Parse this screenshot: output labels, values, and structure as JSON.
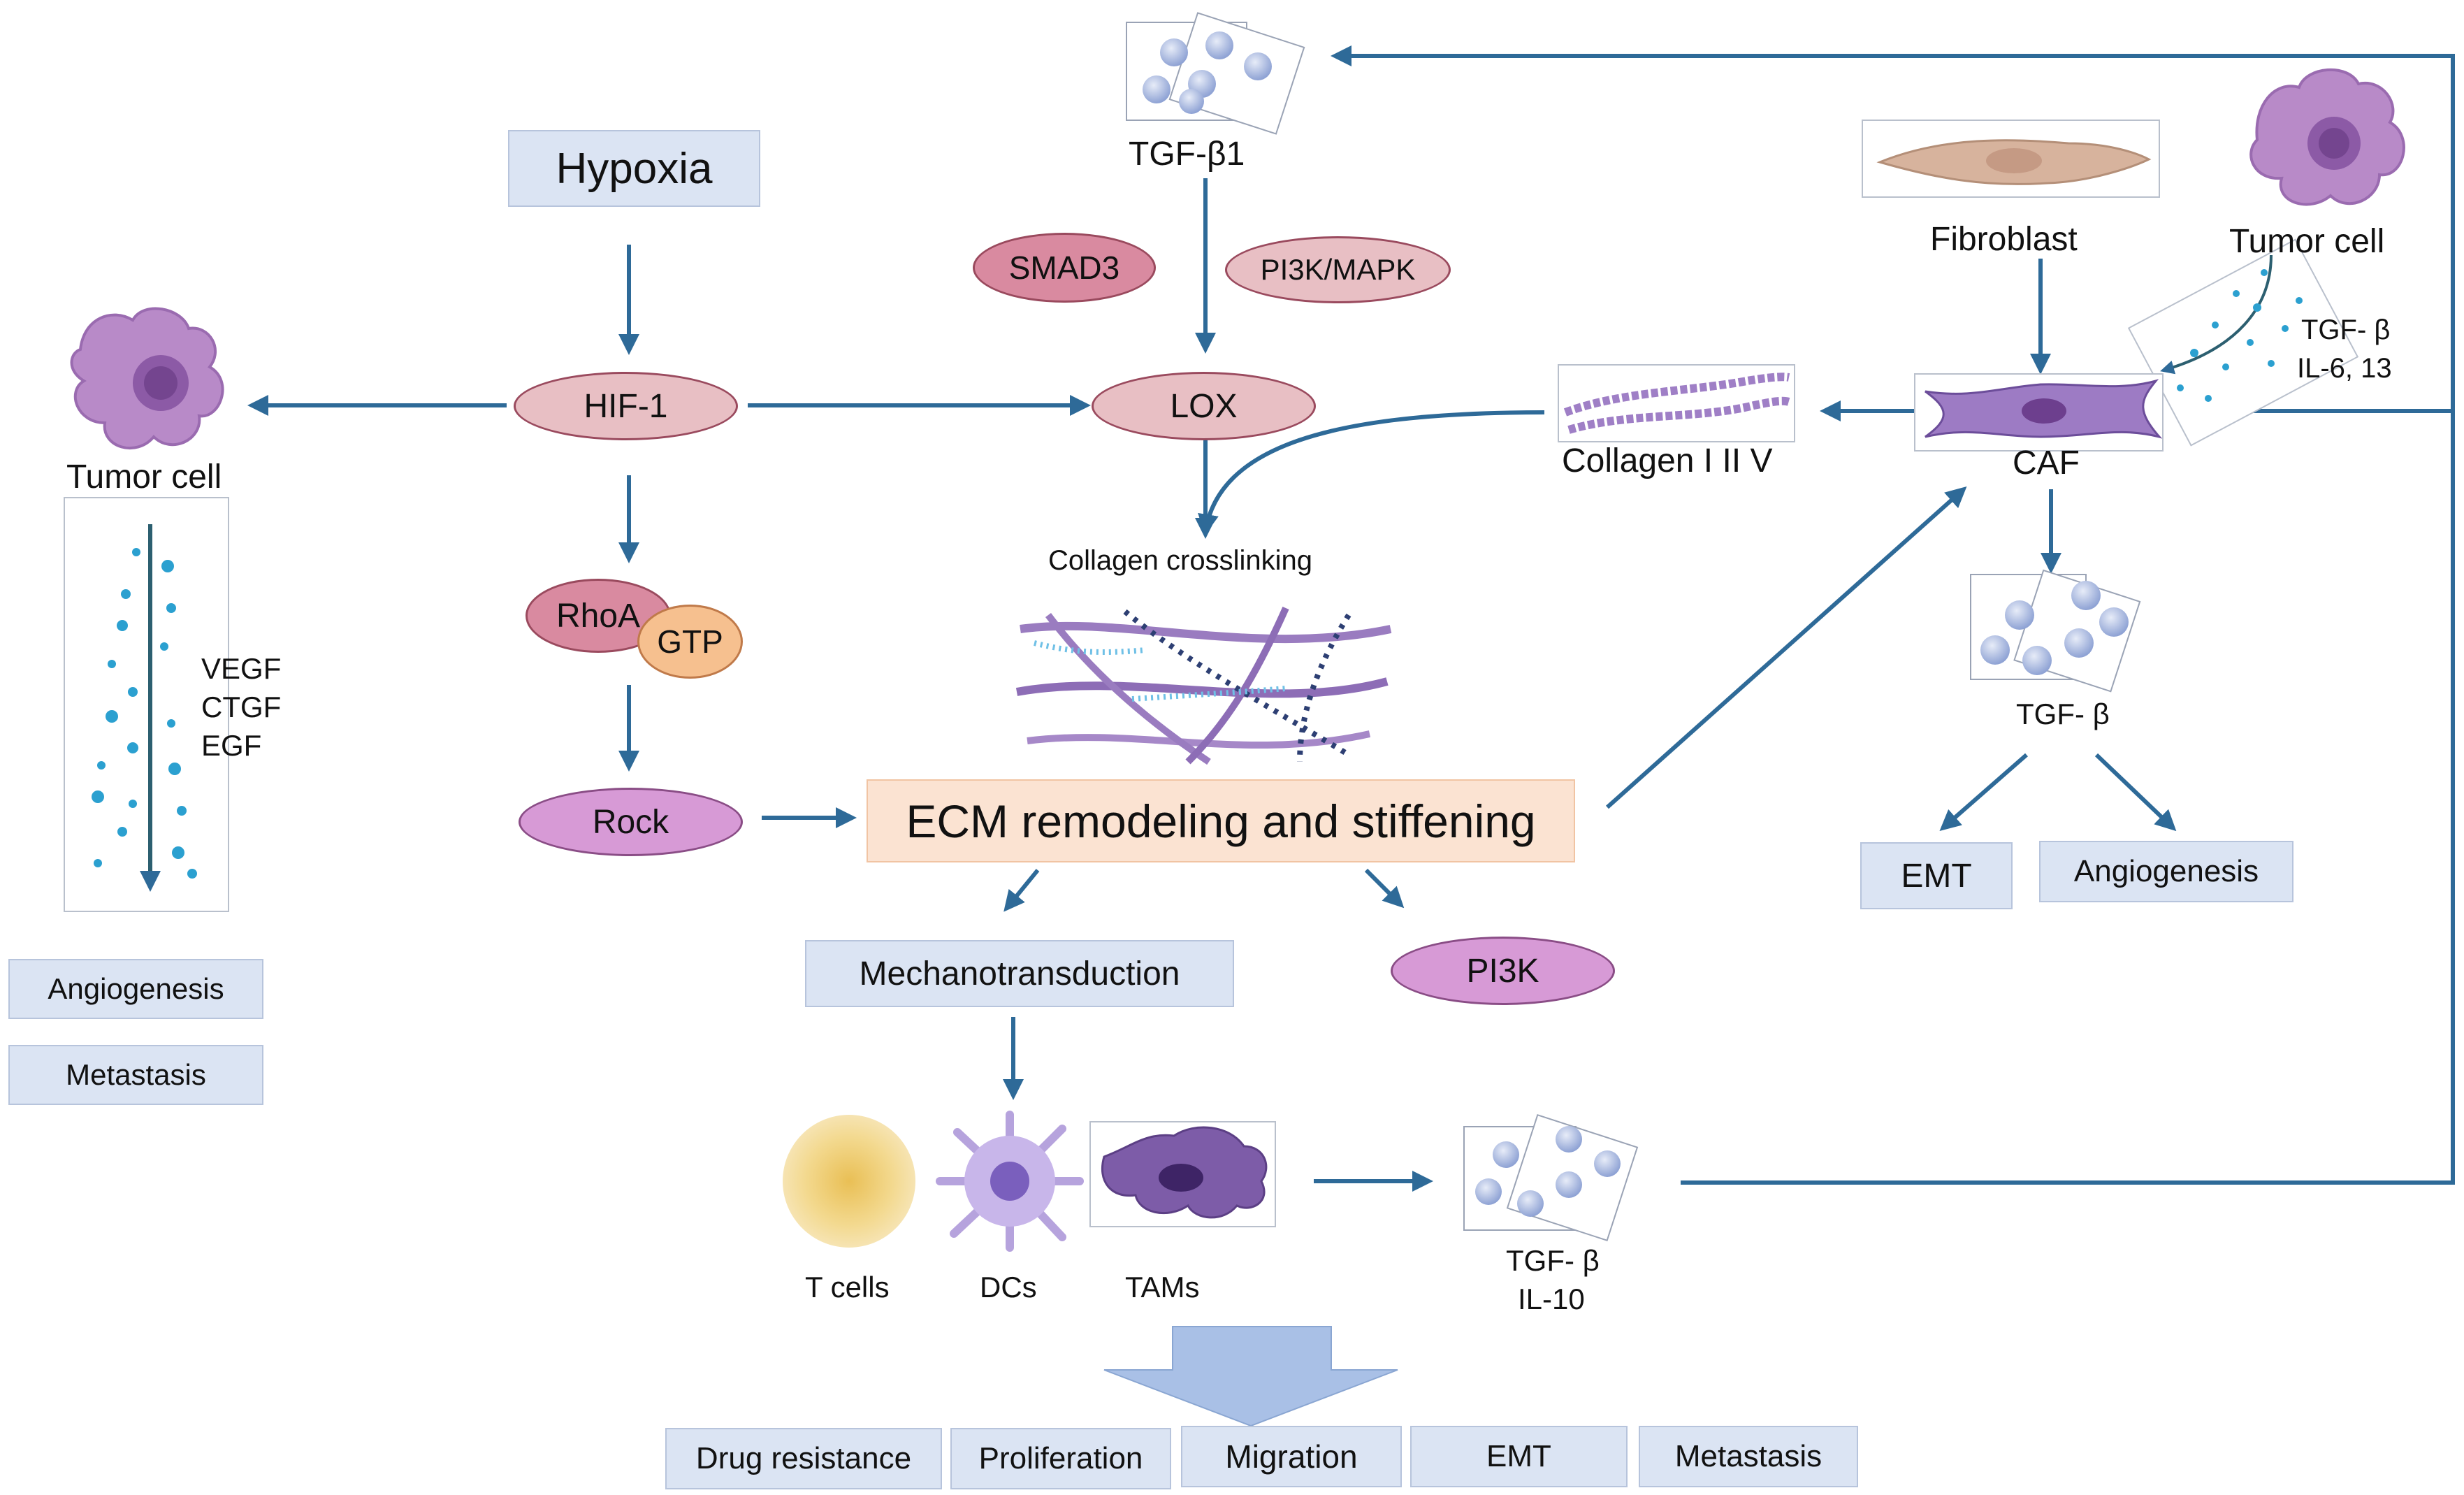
{
  "nodes": {
    "hypoxia": "Hypoxia",
    "tgfb1": "TGF-β1",
    "smad3": "SMAD3",
    "pi3k_mapk": "PI3K/MAPK",
    "hif1": "HIF-1",
    "lox": "LOX",
    "rhoa": "RhoA",
    "gtp": "GTP",
    "rock": "Rock",
    "collagen_crosslinking": "Collagen crosslinking",
    "ecm": "ECM remodeling and stiffening",
    "mechanotransduction": "Mechanotransduction",
    "pi3k": "PI3K",
    "fibroblast": "Fibroblast",
    "tumor_cell_right": "Tumor cell",
    "tgfb_il": "TGF- β",
    "il_6_13": "IL-6, 13",
    "collagen_types": "Collagen I II V",
    "caf": "CAF",
    "tgfb_caf": "TGF- β",
    "emt_right": "EMT",
    "angiogenesis_right": "Angiogenesis"
  },
  "left_panel": {
    "tumor_cell": "Tumor cell",
    "factors": [
      "VEGF",
      "CTGF",
      "EGF"
    ],
    "outcomes": [
      "Angiogenesis",
      "Metastasis"
    ]
  },
  "immune": {
    "cells": [
      "T cells",
      "DCs",
      "TAMs"
    ],
    "secreted": [
      "TGF- β",
      "IL-10"
    ]
  },
  "outcomes_bottom": [
    "Drug resistance",
    "Proliferation",
    "Migration",
    "EMT",
    "Metastasis"
  ],
  "colors": {
    "arrow": "#2e6a98",
    "box_fill": "#dbe4f3",
    "pink_light": "#e8bfc4",
    "pink_mid": "#d98aa0",
    "purple": "#d79ad6",
    "orange": "#f6c08f",
    "ecm_fill": "#fbe3d2"
  }
}
